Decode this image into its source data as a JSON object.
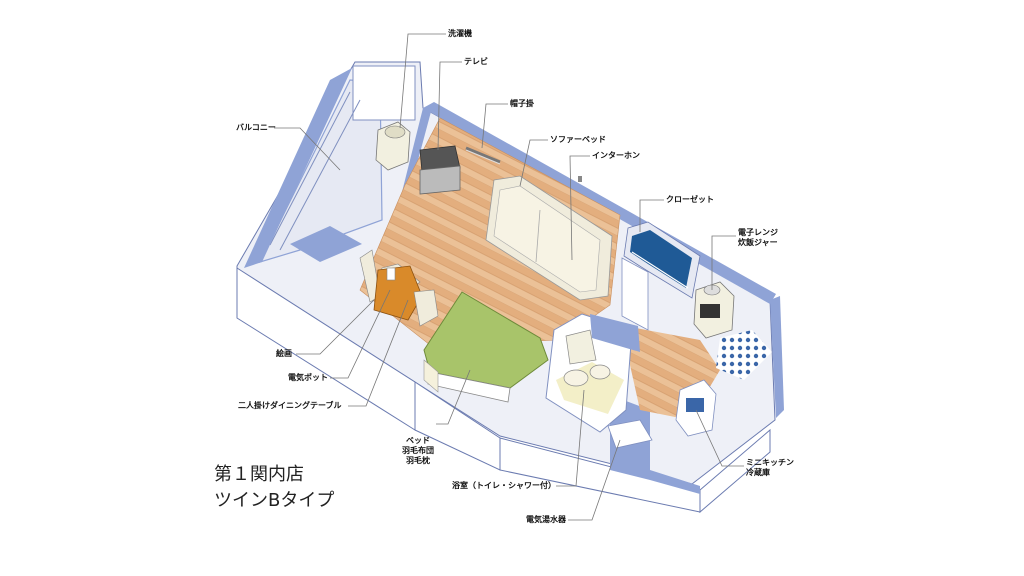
{
  "caption": {
    "line1": "第１関内店",
    "line2": "ツインBタイプ"
  },
  "labels": {
    "laundry": "洗濯機",
    "tv": "テレビ",
    "hat_rack": "帽子掛",
    "balcony": "バルコニー",
    "sofa_bed": "ソファーベッド",
    "intercom": "インターホン",
    "closet": "クローゼット",
    "microwave": "電子レンジ\n炊飯ジャー",
    "painting": "絵画",
    "kettle": "電気ポット",
    "dining": "二人掛けダイニングテーブル",
    "bed": "ベッド\n羽毛布団\n羽毛枕",
    "bath": "浴室（トイレ・シャワー付）",
    "water_heater": "電気湯水器",
    "kitchen": "ミニキッチン\n冷蔵庫"
  },
  "colors": {
    "wall_blue": "#8fa3d6",
    "wall_side": "#ffffff",
    "floor_wood": "#e8b98a",
    "bed_green": "#a8c46a",
    "closet_blue": "#1f5a96",
    "table_orange": "#d98a2a",
    "tile_blue": "#3a66a8"
  }
}
